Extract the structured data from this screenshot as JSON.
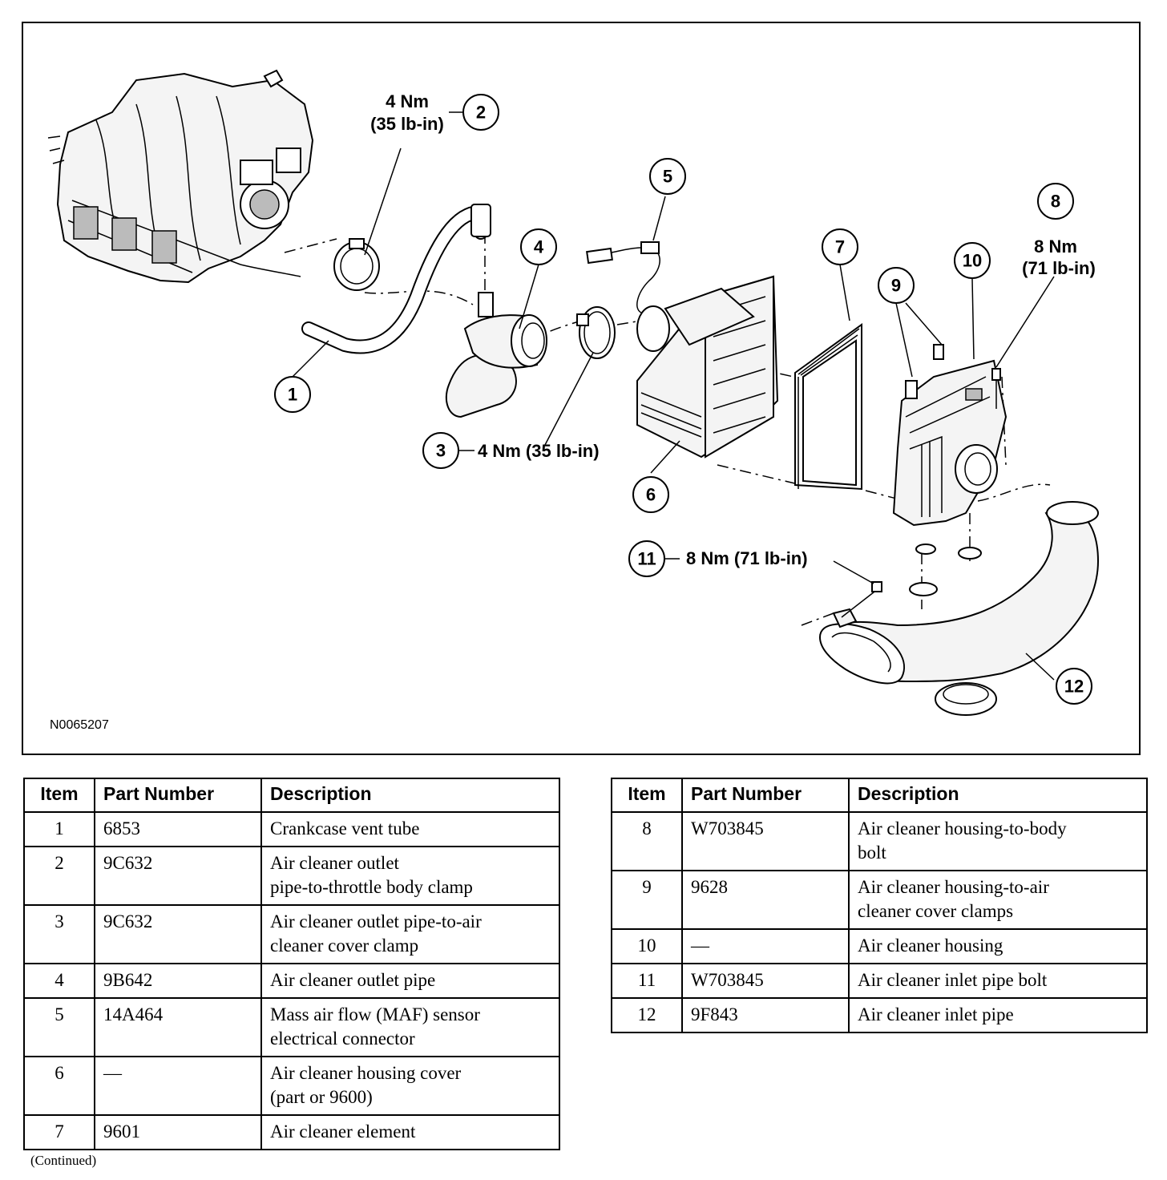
{
  "figure": {
    "figure_id": "N0065207",
    "callouts": [
      "1",
      "2",
      "3",
      "4",
      "5",
      "6",
      "7",
      "8",
      "9",
      "10",
      "11",
      "12"
    ],
    "torque_labels": {
      "c2_line1": "4 Nm",
      "c2_line2": "(35 lb-in)",
      "c3": "4 Nm (35 lb-in)",
      "c8_line1": "8 Nm",
      "c8_line2": "(71 lb-in)",
      "c11": "8 Nm (71 lb-in)"
    }
  },
  "tables": {
    "headers": {
      "item": "Item",
      "part_number": "Part Number",
      "description": "Description"
    },
    "left": [
      {
        "item": "1",
        "part_number": "6853",
        "description": [
          "Crankcase vent tube"
        ]
      },
      {
        "item": "2",
        "part_number": "9C632",
        "description": [
          "Air cleaner outlet",
          "pipe-to-throttle body clamp"
        ]
      },
      {
        "item": "3",
        "part_number": "9C632",
        "description": [
          "Air cleaner outlet pipe-to-air",
          "cleaner cover clamp"
        ]
      },
      {
        "item": "4",
        "part_number": "9B642",
        "description": [
          "Air cleaner outlet pipe"
        ]
      },
      {
        "item": "5",
        "part_number": "14A464",
        "description": [
          "Mass air flow (MAF) sensor",
          "electrical connector"
        ]
      },
      {
        "item": "6",
        "part_number": "—",
        "description": [
          "Air cleaner housing cover",
          "(part or 9600)"
        ]
      },
      {
        "item": "7",
        "part_number": "9601",
        "description": [
          "Air cleaner element"
        ]
      }
    ],
    "right": [
      {
        "item": "8",
        "part_number": "W703845",
        "description": [
          "Air cleaner housing-to-body",
          "bolt"
        ]
      },
      {
        "item": "9",
        "part_number": "9628",
        "description": [
          "Air cleaner housing-to-air",
          "cleaner cover clamps"
        ]
      },
      {
        "item": "10",
        "part_number": "—",
        "description": [
          "Air cleaner housing"
        ]
      },
      {
        "item": "11",
        "part_number": "W703845",
        "description": [
          "Air cleaner inlet pipe bolt"
        ]
      },
      {
        "item": "12",
        "part_number": "9F843",
        "description": [
          "Air cleaner inlet pipe"
        ]
      }
    ],
    "continued": "(Continued)"
  }
}
